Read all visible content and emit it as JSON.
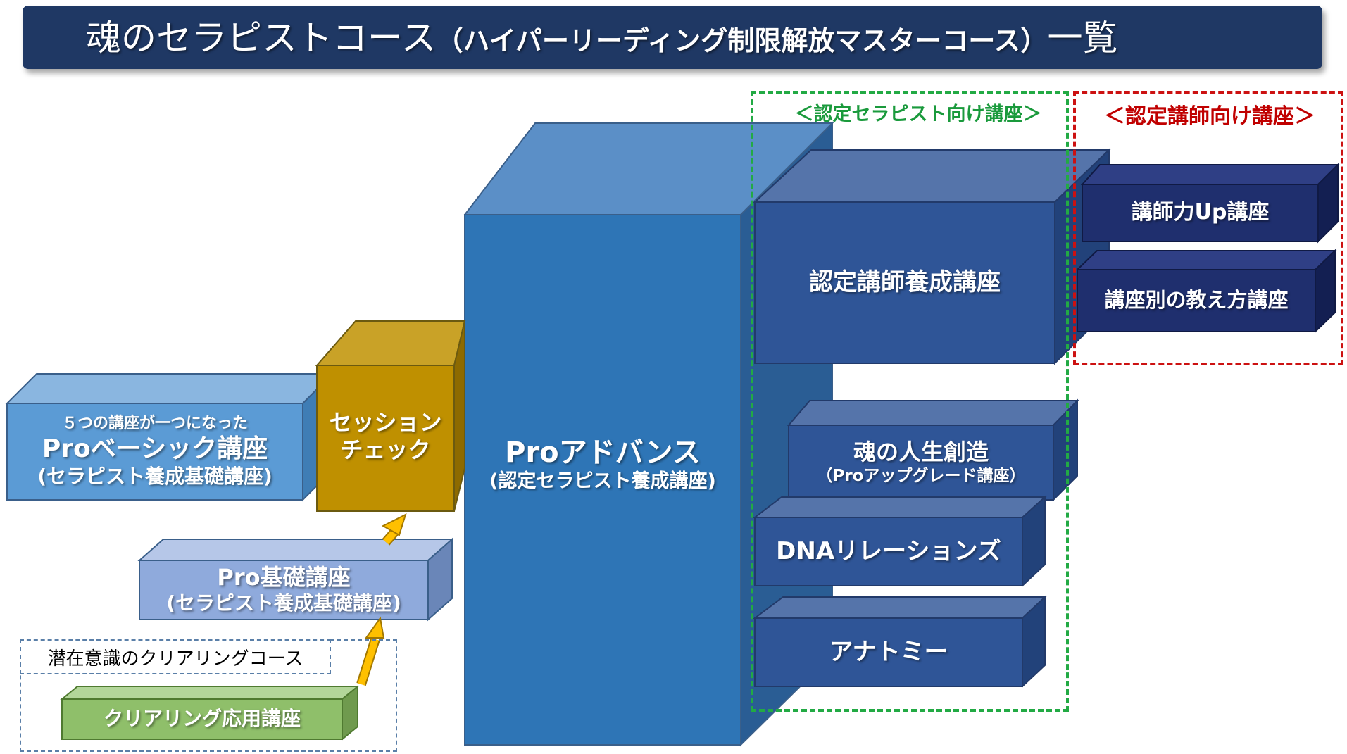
{
  "title": {
    "main": "魂のセラピストコース",
    "sub": "（ハイパーリーディング制限解放マスターコース）",
    "end": "一覧"
  },
  "groups": {
    "therapist": "＜認定セラピスト向け講座＞",
    "instructor": "＜認定講師向け講座＞",
    "subconscious": "潜在意識のクリアリングコース"
  },
  "courses": {
    "clearing": "クリアリング応用講座",
    "pro_kiso": {
      "name": "Pro基礎講座",
      "sub": "(セラピスト養成基礎講座)"
    },
    "pro_basic": {
      "top": "５つの講座が一つになった",
      "name": "Proベーシック講座",
      "sub": "(セラピスト養成基礎講座)"
    },
    "session": {
      "line1": "セッション",
      "line2": "チェック"
    },
    "advance": {
      "name": "Proアドバンス",
      "sub": "(認定セラピスト養成講座)"
    },
    "instructor_training": "認定講師養成講座",
    "soul_life": {
      "name": "魂の人生創造",
      "sub": "（Proアップグレード講座）"
    },
    "dna": "DNAリレーションズ",
    "anatomy": "アナトミー",
    "instructor_up": "講師力Up講座",
    "teaching": "講座別の教え方講座"
  },
  "colors": {
    "title_bg": "#1f3864",
    "light_blue": "#5b9bd5",
    "gold": "#bf9000",
    "periwinkle": "#8faadc",
    "green": "#8fbf6a",
    "mid_blue": "#2e75b6",
    "dark_blue": "#2f5597",
    "navy": "#1f2f6e",
    "arrow": "#ffc000",
    "dash_green": "#22aa44",
    "dash_red": "#cc1111"
  },
  "icons": [
    "arrow-up-icon"
  ]
}
